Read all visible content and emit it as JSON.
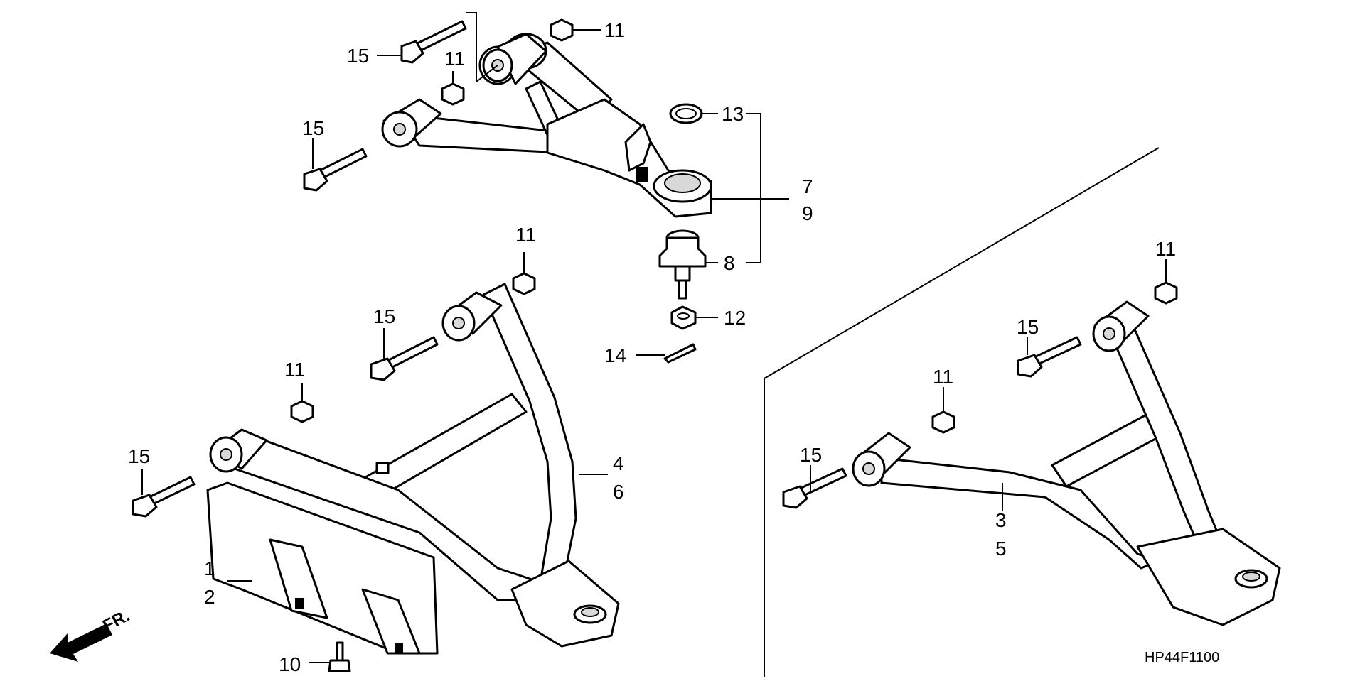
{
  "diagram": {
    "code": "HP44F1100",
    "direction_label": "FR.",
    "callouts": {
      "c1": "1",
      "c2": "2",
      "c3": "3",
      "c4": "4",
      "c5": "5",
      "c6": "6",
      "c7": "7",
      "c8": "8",
      "c9": "9",
      "c10": "10",
      "c11": "11",
      "c12": "12",
      "c13": "13",
      "c14": "14",
      "c15": "15"
    }
  }
}
